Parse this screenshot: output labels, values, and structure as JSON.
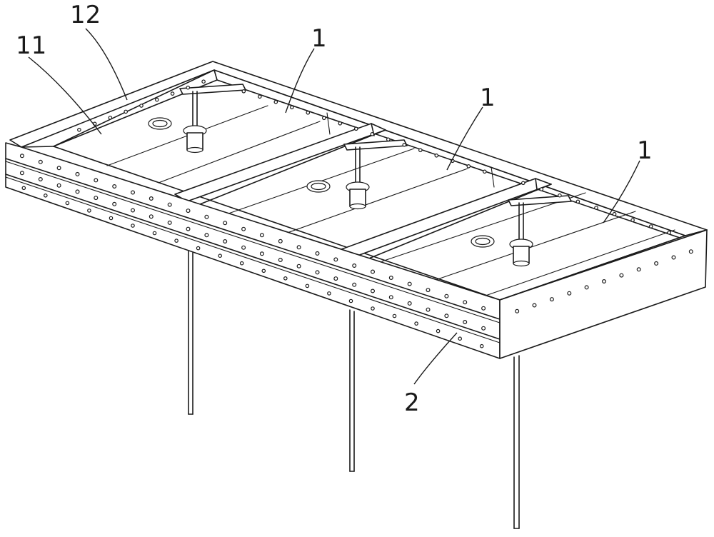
{
  "figure": {
    "callouts": {
      "c12": "12",
      "c11": "11",
      "c1a": "1",
      "c1b": "1",
      "c1c": "1",
      "c2": "2"
    }
  }
}
